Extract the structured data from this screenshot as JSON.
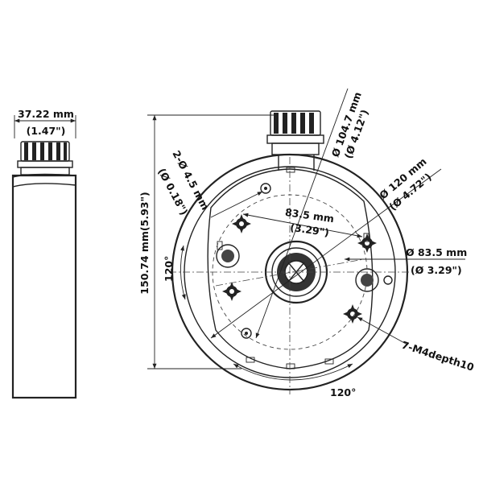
{
  "side_view": {
    "width_mm": "37.22 mm",
    "width_in": "(1.47\")"
  },
  "front_view": {
    "height_label": "150.74 mm(5.93\")",
    "hole_dia_mm": "2-Ø 4.5 mm",
    "hole_dia_in": "(Ø 0.18\")",
    "dia1_mm": "Ø 104.7 mm",
    "dia1_in": "(Ø 4.12\")",
    "dia2_mm": "Ø 120 mm",
    "dia2_in": "(Ø 4.72\")",
    "span_mm": "83.5 mm",
    "span_in": "(3.29\")",
    "dia3_mm": "Ø 83.5 mm",
    "dia3_in": "(Ø 3.29\")",
    "angle_left": "120°",
    "angle_bottom": "120°",
    "thread_label": "7-M4depth10"
  }
}
